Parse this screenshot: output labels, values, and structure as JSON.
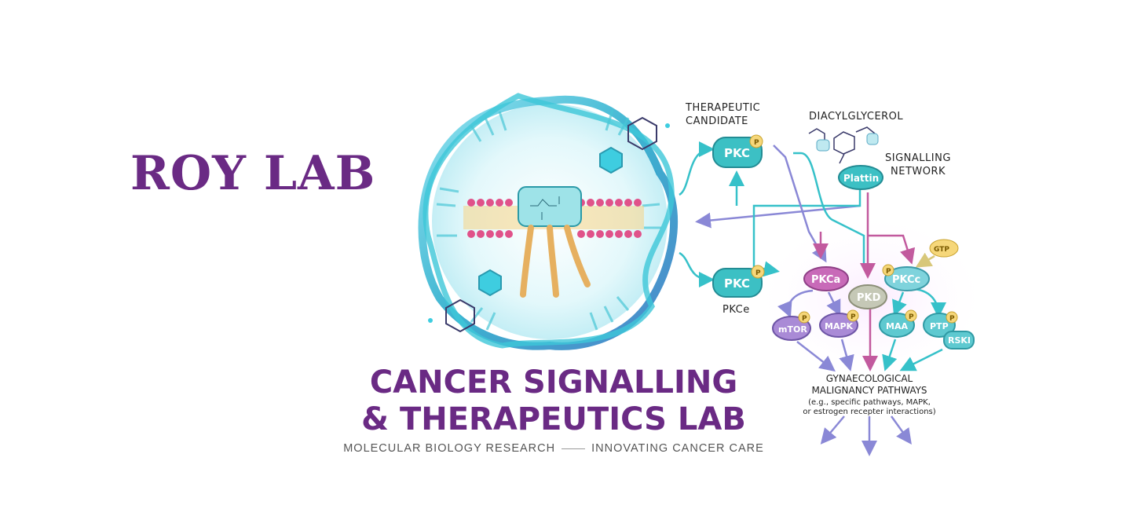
{
  "brand": "ROY LAB",
  "title_line1": "CANCER SIGNALLING",
  "title_line2": "& THERAPEUTICS LAB",
  "subtitle_left": "MOLECULAR BIOLOGY RESEARCH",
  "subtitle_right": "INNOVATING CANCER CARE",
  "labels": {
    "therapeutic_1": "THERAPEUTIC",
    "therapeutic_2": "CANDIDATE",
    "dag": "DIACYLGLYCEROL",
    "signalling_1": "SIGNALLING",
    "signalling_2": "NETWORK",
    "pkce_caption": "PKCe"
  },
  "nodes": {
    "pkc_top": "PKC",
    "pkc_bottom": "PKC",
    "plattin": "Plattin",
    "gtp": "GTP",
    "pkca": "PKCa",
    "pkcc": "PKCc",
    "pkd": "PKD",
    "mtor": "mTOR",
    "mapk": "MAPK",
    "maa": "MAA",
    "ptp": "PTP",
    "rski": "RSKI",
    "phospho": "P"
  },
  "pathways": {
    "line1": "GYNAECOLOGICAL",
    "line2": "MALIGNANCY PATHWAYS",
    "line3": "(e.g., specific pathways, MAPK,",
    "line4": "or estrogen recepter interactions)"
  },
  "colors": {
    "brand_purple": "#6a2a84",
    "dna_teal": "#2fb8d0",
    "node_teal": "#3cc0c4",
    "node_pink": "#c86ab8",
    "node_purple": "#9a7fd0",
    "membrane_pink": "#e0528a"
  }
}
